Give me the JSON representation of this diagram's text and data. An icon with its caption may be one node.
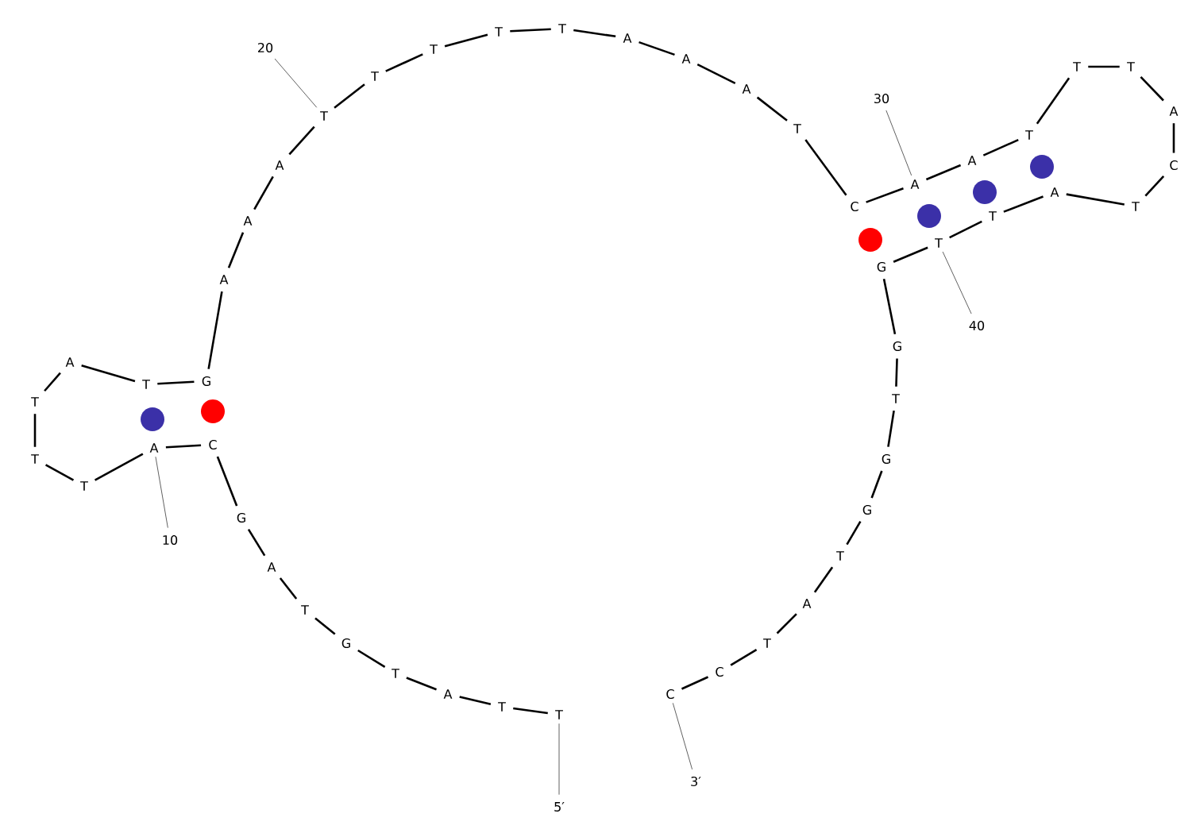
{
  "diagram": {
    "nodes": [
      {
        "text": [
          "T"
        ]
      },
      {
        "text": [
          "T"
        ]
      },
      {
        "text": [
          "A"
        ]
      },
      {
        "text": [
          "T"
        ]
      },
      {
        "text": [
          "G"
        ]
      },
      {
        "text": [
          "T"
        ]
      },
      {
        "text": [
          "A"
        ]
      },
      {
        "text": [
          "G"
        ]
      },
      {
        "text": [
          "C"
        ]
      },
      {
        "text": [
          "A"
        ]
      },
      {
        "text": [
          "T"
        ]
      },
      {
        "text": [
          "T"
        ]
      },
      {
        "text": [
          "T"
        ]
      },
      {
        "text": [
          "A"
        ]
      },
      {
        "text": [
          "T"
        ]
      },
      {
        "text": [
          "G"
        ]
      },
      {
        "text": [
          "A"
        ]
      },
      {
        "text": [
          "A"
        ]
      },
      {
        "text": [
          "A"
        ]
      },
      {
        "text": [
          "T"
        ]
      },
      {
        "text": [
          "T"
        ]
      },
      {
        "text": [
          "T"
        ]
      },
      {
        "text": [
          "T"
        ]
      },
      {
        "text": [
          "T"
        ]
      },
      {
        "text": [
          "A"
        ]
      },
      {
        "text": [
          "A"
        ]
      },
      {
        "text": [
          "A"
        ]
      },
      {
        "text": [
          "T"
        ]
      },
      {
        "text": [
          "C"
        ]
      },
      {
        "text": [
          "A"
        ]
      },
      {
        "text": [
          "A"
        ]
      },
      {
        "text": [
          "T"
        ]
      },
      {
        "text": [
          "T"
        ]
      },
      {
        "text": [
          "T"
        ]
      },
      {
        "text": [
          "A"
        ]
      },
      {
        "text": [
          "C"
        ]
      },
      {
        "text": [
          "T"
        ]
      },
      {
        "text": [
          "A"
        ]
      },
      {
        "text": [
          "T"
        ]
      },
      {
        "text": [
          "T"
        ]
      },
      {
        "text": [
          "G"
        ]
      },
      {
        "text": [
          "G"
        ]
      },
      {
        "text": [
          "T"
        ]
      },
      {
        "text": [
          "G"
        ]
      },
      {
        "text": [
          "G"
        ]
      },
      {
        "text": [
          "T"
        ]
      },
      {
        "text": [
          "A"
        ]
      },
      {
        "text": [
          "T"
        ]
      },
      {
        "text": [
          "C"
        ]
      },
      {
        "text": [
          "C"
        ]
      },
      {
        "text": [
          "10"
        ]
      },
      {
        "text": [
          "20"
        ]
      },
      {
        "text": [
          "30"
        ]
      },
      {
        "text": [
          "40"
        ]
      },
      {
        "text": [
          "5′"
        ]
      },
      {
        "text": [
          "3′"
        ]
      }
    ],
    "edges": [
      {
        "from": 0,
        "to": 1,
        "arrow": "none"
      },
      {
        "from": 1,
        "to": 2,
        "arrow": "none"
      },
      {
        "from": 2,
        "to": 3,
        "arrow": "none"
      },
      {
        "from": 3,
        "to": 4,
        "arrow": "none"
      },
      {
        "from": 4,
        "to": 5,
        "arrow": "none"
      },
      {
        "from": 5,
        "to": 6,
        "arrow": "none"
      },
      {
        "from": 6,
        "to": 7,
        "arrow": "none"
      },
      {
        "from": 7,
        "to": 8,
        "arrow": "none"
      },
      {
        "from": 8,
        "to": 9,
        "arrow": "none"
      },
      {
        "from": 9,
        "to": 10,
        "arrow": "none"
      },
      {
        "from": 10,
        "to": 11,
        "arrow": "none"
      },
      {
        "from": 11,
        "to": 12,
        "arrow": "none"
      },
      {
        "from": 12,
        "to": 13,
        "arrow": "none"
      },
      {
        "from": 13,
        "to": 14,
        "arrow": "none"
      },
      {
        "from": 14,
        "to": 15,
        "arrow": "none"
      },
      {
        "from": 15,
        "to": 16,
        "arrow": "none"
      },
      {
        "from": 16,
        "to": 17,
        "arrow": "none"
      },
      {
        "from": 17,
        "to": 18,
        "arrow": "none"
      },
      {
        "from": 18,
        "to": 19,
        "arrow": "none"
      },
      {
        "from": 19,
        "to": 20,
        "arrow": "none"
      },
      {
        "from": 20,
        "to": 21,
        "arrow": "none"
      },
      {
        "from": 21,
        "to": 22,
        "arrow": "none"
      },
      {
        "from": 22,
        "to": 23,
        "arrow": "none"
      },
      {
        "from": 23,
        "to": 24,
        "arrow": "none"
      },
      {
        "from": 24,
        "to": 25,
        "arrow": "none"
      },
      {
        "from": 25,
        "to": 26,
        "arrow": "none"
      },
      {
        "from": 26,
        "to": 27,
        "arrow": "none"
      },
      {
        "from": 27,
        "to": 28,
        "arrow": "none"
      },
      {
        "from": 28,
        "to": 29,
        "arrow": "none"
      },
      {
        "from": 29,
        "to": 30,
        "arrow": "none"
      },
      {
        "from": 30,
        "to": 31,
        "arrow": "none"
      },
      {
        "from": 31,
        "to": 32,
        "arrow": "none"
      },
      {
        "from": 32,
        "to": 33,
        "arrow": "none"
      },
      {
        "from": 33,
        "to": 34,
        "arrow": "none"
      },
      {
        "from": 34,
        "to": 35,
        "arrow": "none"
      },
      {
        "from": 35,
        "to": 36,
        "arrow": "none"
      },
      {
        "from": 36,
        "to": 37,
        "arrow": "none"
      },
      {
        "from": 37,
        "to": 38,
        "arrow": "none"
      },
      {
        "from": 38,
        "to": 39,
        "arrow": "none"
      },
      {
        "from": 39,
        "to": 40,
        "arrow": "none"
      },
      {
        "from": 40,
        "to": 41,
        "arrow": "none"
      },
      {
        "from": 41,
        "to": 42,
        "arrow": "none"
      },
      {
        "from": 42,
        "to": 43,
        "arrow": "none"
      },
      {
        "from": 43,
        "to": 44,
        "arrow": "none"
      },
      {
        "from": 44,
        "to": 45,
        "arrow": "none"
      },
      {
        "from": 45,
        "to": 46,
        "arrow": "none"
      },
      {
        "from": 46,
        "to": 47,
        "arrow": "none"
      },
      {
        "from": 47,
        "to": 48,
        "arrow": "none"
      },
      {
        "from": 48,
        "to": 49,
        "arrow": "none"
      },
      {
        "from": 50,
        "to": 9,
        "arrow": "none",
        "color": "#606060"
      },
      {
        "from": 51,
        "to": 19,
        "arrow": "none",
        "color": "#606060"
      },
      {
        "from": 52,
        "to": 29,
        "arrow": "none",
        "color": "#606060"
      },
      {
        "from": 53,
        "to": 39,
        "arrow": "none",
        "color": "#606060"
      },
      {
        "from": 54,
        "to": 0,
        "arrow": "none",
        "color": "#606060"
      },
      {
        "from": 55,
        "to": 49,
        "arrow": "none",
        "color": "#606060"
      }
    ]
  }
}
